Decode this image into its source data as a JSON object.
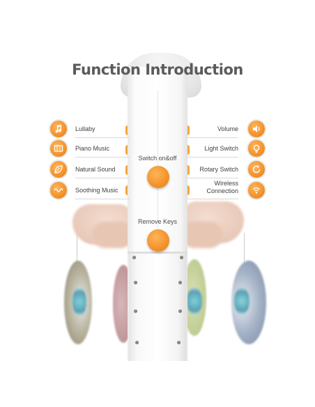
{
  "title": "Function Introduction",
  "left_features": [
    {
      "label": "Lullaby",
      "icon": "music-note-icon"
    },
    {
      "label": "Piano Music",
      "icon": "piano-icon"
    },
    {
      "label": "Natural Sound",
      "icon": "leaf-icon"
    },
    {
      "label": "Soothing Music",
      "icon": "sound-wave-icon"
    }
  ],
  "right_features": [
    {
      "label": "Volume",
      "icon": "volume-icon"
    },
    {
      "label": "Light Switch",
      "icon": "light-bulb-icon"
    },
    {
      "label": "Rotary Switch",
      "icon": "rotate-icon"
    },
    {
      "label_line1": "Wireless",
      "label_line2": "Connection",
      "icon": "wireless-icon"
    }
  ],
  "pole": {
    "switch_label": "Switch on&off",
    "remove_label": "Remove Keys"
  },
  "colors": {
    "accent": "#f3922a",
    "title": "#5b5b5b",
    "text": "#3f3f3f"
  }
}
